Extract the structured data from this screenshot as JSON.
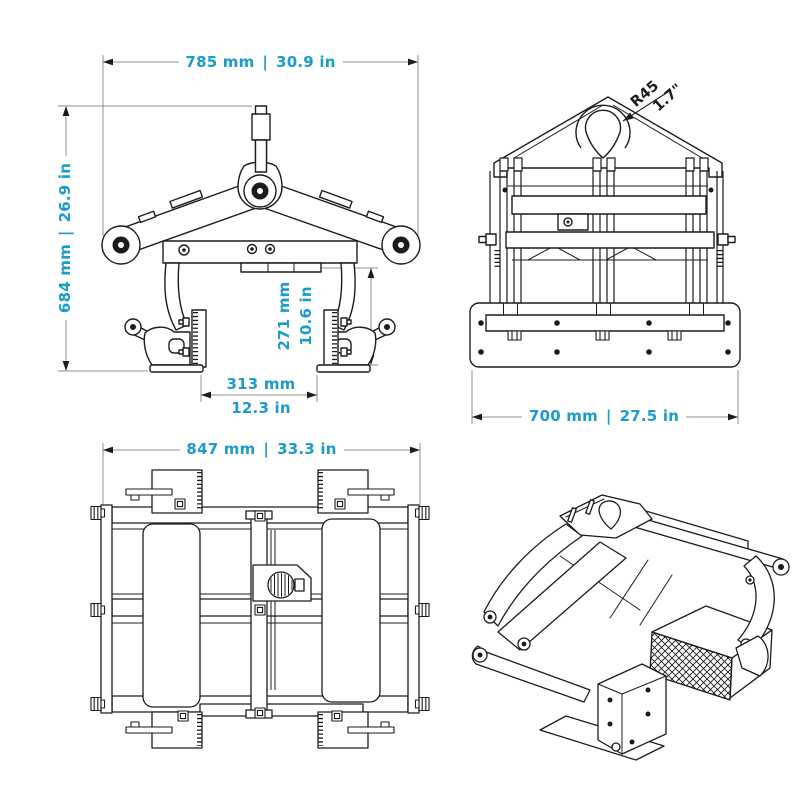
{
  "page": {
    "background": "#ffffff",
    "accent_color": "#1B9CCC",
    "line_color": "#1C1C1C",
    "separator": "|"
  },
  "dimensions": {
    "overall_width": {
      "metric": "785 mm",
      "imperial": "30.9 in"
    },
    "overall_height": {
      "metric": "684 mm",
      "imperial": "26.9 in"
    },
    "jaw_height": {
      "metric": "271 mm",
      "imperial": "10.6 in"
    },
    "jaw_opening": {
      "metric": "313 mm",
      "imperial": "12.3 in"
    },
    "side_width": {
      "metric": "700 mm",
      "imperial": "27.5 in"
    },
    "top_width": {
      "metric": "847 mm",
      "imperial": "33.3 in"
    },
    "lifting_eye": {
      "radius": "R45",
      "imperial": "1.7\""
    }
  }
}
